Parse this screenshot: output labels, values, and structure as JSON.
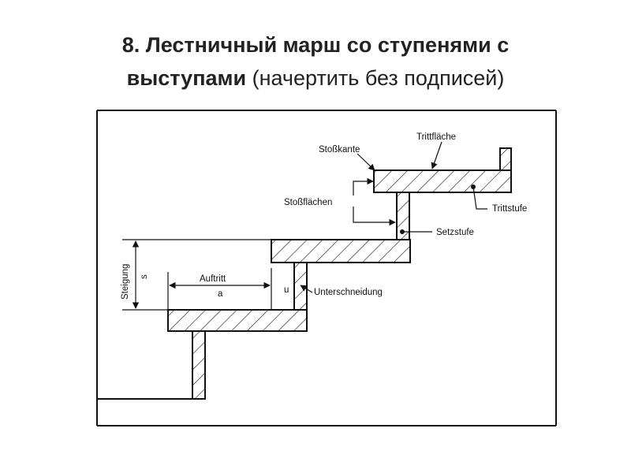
{
  "slide": {
    "title_bold_1": "8. Лестничный марш со ступенями с",
    "title_bold_2": "выступами",
    "title_normal_2": "(начертить без подписей)"
  },
  "diagram": {
    "labels": {
      "trittflaeche": "Trittfläche",
      "stosskante": "Stoßkante",
      "stossflaechen": "Stoßflächen",
      "trittstufe": "Trittstufe",
      "setzstufe": "Setzstufe",
      "steigung": "Steigung",
      "s": "s",
      "auftritt": "Auftritt",
      "a": "a",
      "u": "u",
      "unterschneidung": "Unterschneidung"
    }
  }
}
